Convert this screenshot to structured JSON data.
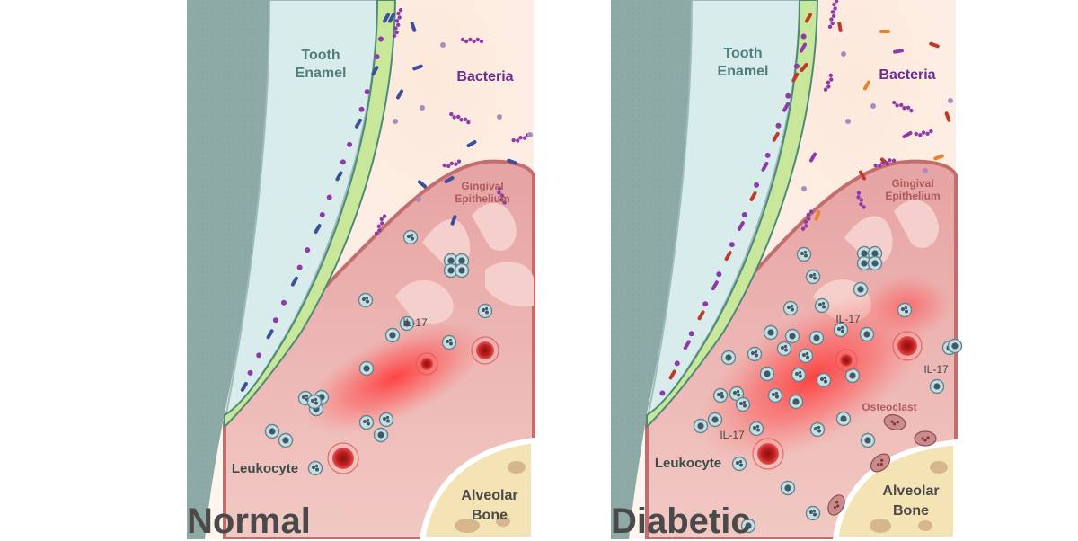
{
  "panels": [
    {
      "title": "Normal",
      "labels": {
        "tooth_line1": "Tooth",
        "tooth_line2": "Enamel",
        "bacteria": "Bacteria",
        "gingiva_line1": "Gingival",
        "gingiva_line2": "Epithelium",
        "il17": "IL-17",
        "leukocyte": "Leukocyte",
        "bone_line1": "Alveolar",
        "bone_line2": "Bone"
      }
    },
    {
      "title": "Diabetic",
      "labels": {
        "tooth_line1": "Tooth",
        "tooth_line2": "Enamel",
        "bacteria": "Bacteria",
        "gingiva_line1": "Gingival",
        "gingiva_line2": "Epithelium",
        "il17_a": "IL-17",
        "il17_b": "IL-17",
        "il17_c": "IL-17",
        "osteoclast": "Osteoclast",
        "leukocyte": "Leukocyte",
        "bone_line1": "Alveolar",
        "bone_line2": "Bone"
      }
    }
  ],
  "colors": {
    "enamel_dark": "#8eaaa6",
    "enamel_light": "#d9ecec",
    "biofilm": "#c9e79a",
    "gum": "#e9a1a1",
    "gum_edge": "#c46d6d",
    "inflammation": "#ff3b3b",
    "bone": "#f4e3b5",
    "bacteria_purple": "#8e3aa8",
    "bacteria_blue": "#3b4f9a",
    "bacteria_red": "#c0392b",
    "bacteria_orange": "#e8832a",
    "label_teal": "#4f7d7d",
    "label_purple": "#6a2d91",
    "label_gum": "#b05a5a",
    "label_dark": "#3d4a4a"
  }
}
